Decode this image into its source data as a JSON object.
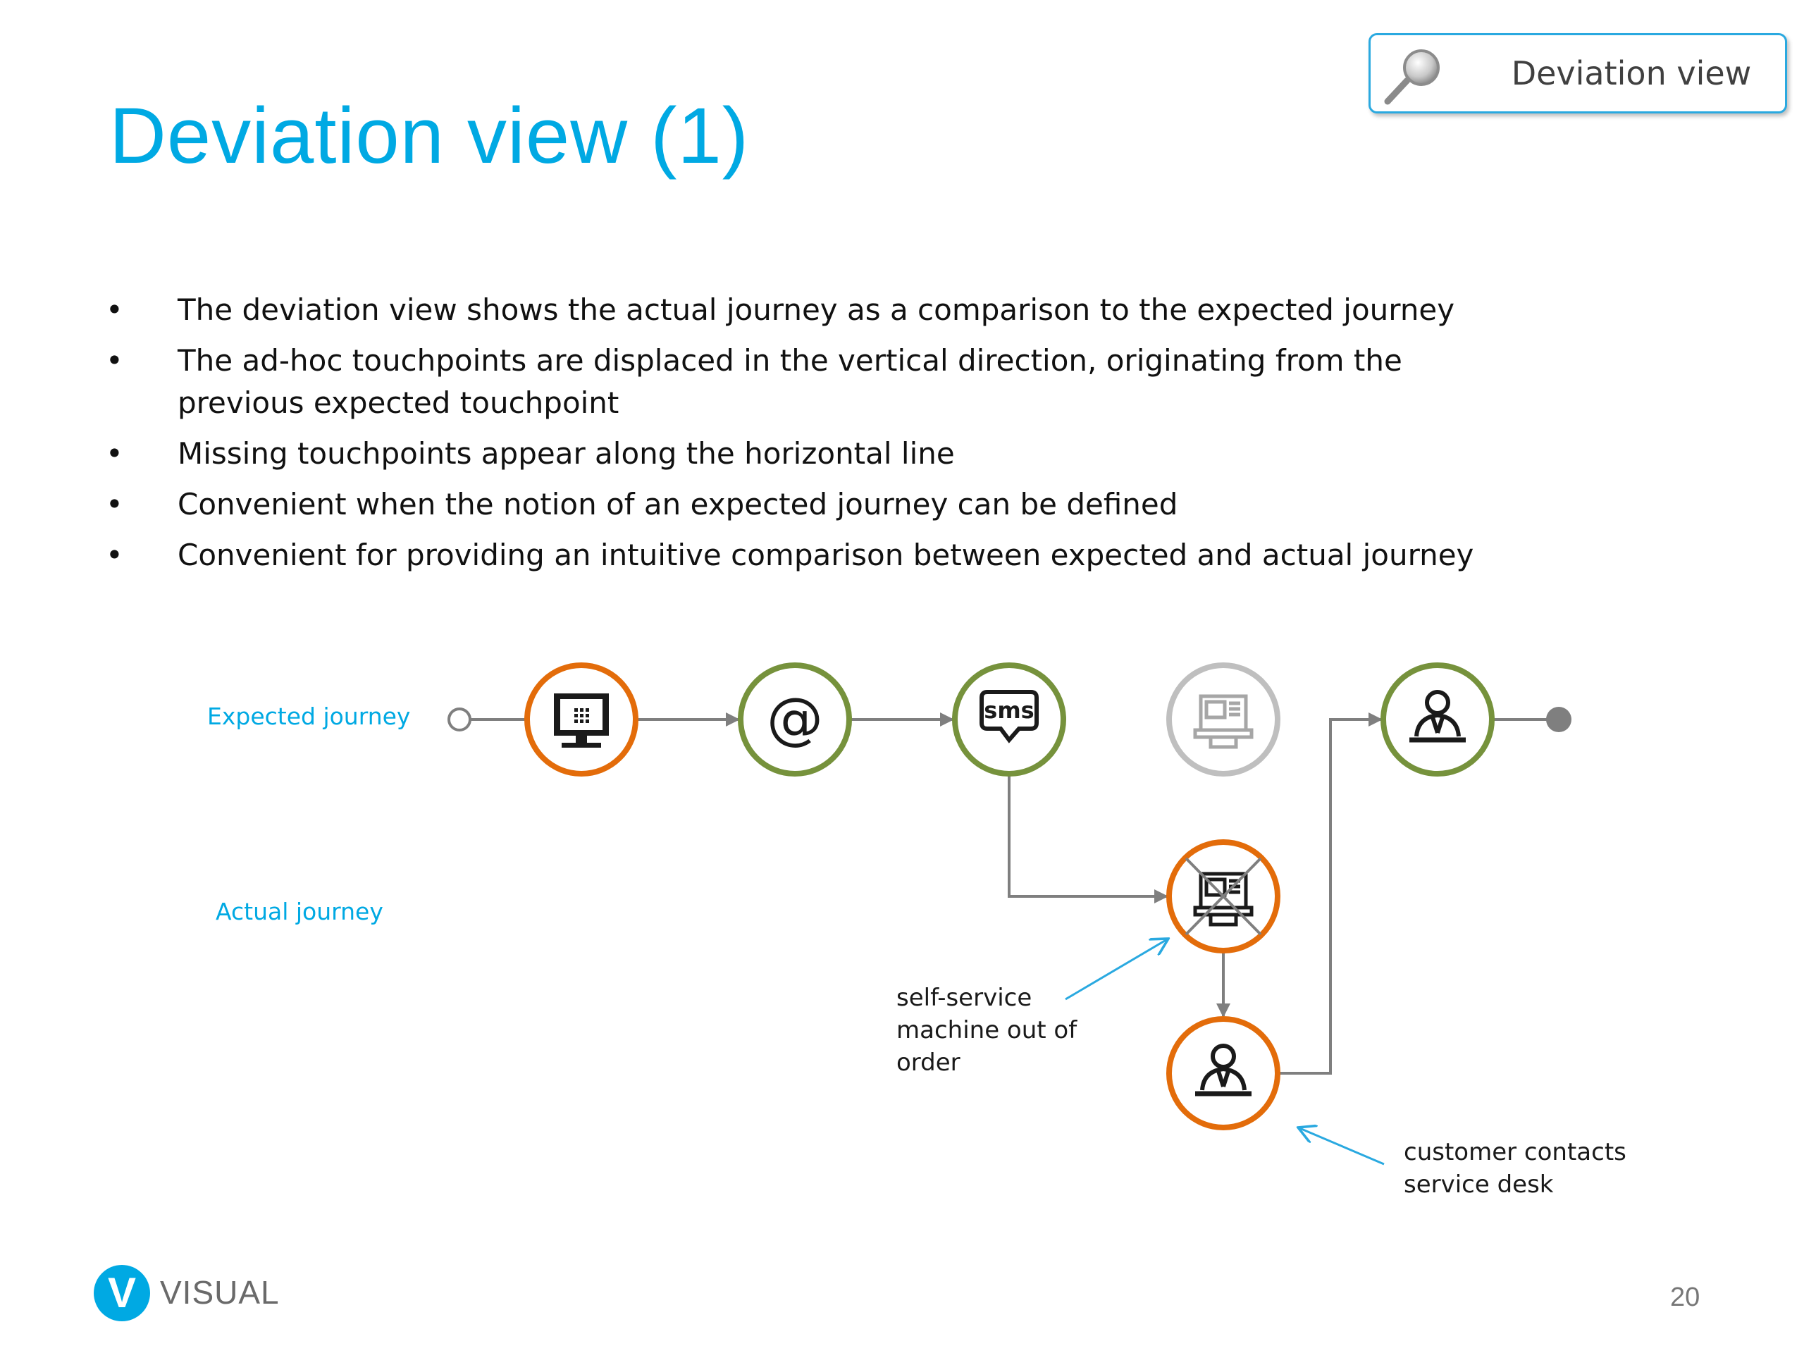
{
  "slide": {
    "title": "Deviation view (1)",
    "badge_label": "Deviation view",
    "page_number": "20",
    "logo_letter": "V",
    "logo_word": "VISUAL"
  },
  "bullets": [
    "The deviation view shows the actual journey as a comparison to the expected journey",
    "The ad-hoc touchpoints are displaced in the vertical direction, originating from the previous expected touchpoint",
    "Missing touchpoints appear along the horizontal line",
    "Convenient when the notion of an expected journey can be defined",
    "Convenient for providing an intuitive comparison between expected and actual journey"
  ],
  "bullet_symbol": "•",
  "diagram": {
    "row_labels": {
      "expected": "Expected journey",
      "actual": "Actual journey"
    },
    "touchpoints": [
      {
        "id": "web",
        "icon": "monitor-icon",
        "row": "expected",
        "status": "deviating",
        "color": "#e36c0a"
      },
      {
        "id": "email",
        "icon": "at-sign-icon",
        "glyph": "@",
        "row": "expected",
        "status": "expected",
        "color": "#76923c"
      },
      {
        "id": "sms",
        "icon": "sms-bubble-icon",
        "glyph": "sms",
        "row": "expected",
        "status": "expected",
        "color": "#76923c"
      },
      {
        "id": "kiosk-missing",
        "icon": "kiosk-icon",
        "row": "expected",
        "status": "missing",
        "color": "#bfbfbf"
      },
      {
        "id": "service-desk",
        "icon": "person-desk-icon",
        "row": "expected",
        "status": "expected",
        "color": "#76923c"
      },
      {
        "id": "kiosk-failed",
        "icon": "kiosk-crossed-icon",
        "row": "actual",
        "status": "ad-hoc",
        "color": "#e36c0a"
      },
      {
        "id": "service-desk-adhoc",
        "icon": "person-desk-icon",
        "row": "actual",
        "status": "ad-hoc",
        "color": "#e36c0a"
      }
    ],
    "annotations": [
      {
        "id": "machine-out-of-order",
        "lines": [
          "self-service",
          "machine out of",
          "order"
        ]
      },
      {
        "id": "contacts-service-desk",
        "lines": [
          "customer contacts",
          "service desk"
        ]
      }
    ],
    "colors": {
      "accent": "#00a9e3",
      "connector": "#7f7f7f",
      "arrow_annotation": "#2aa9e0"
    }
  }
}
